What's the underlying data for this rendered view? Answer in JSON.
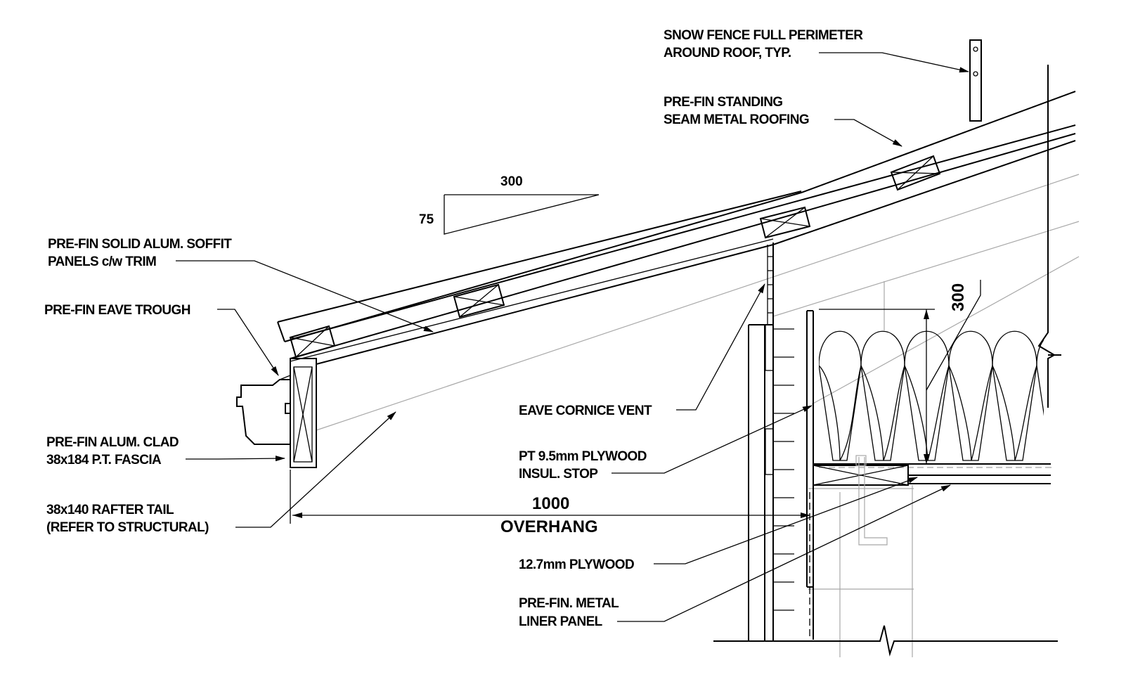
{
  "labels": {
    "snow_fence_line1": "SNOW FENCE FULL PERIMETER",
    "snow_fence_line2": "AROUND ROOF, TYP.",
    "roofing_line1": "PRE-FIN STANDING",
    "roofing_line2": "SEAM METAL ROOFING",
    "soffit_line1": "PRE-FIN SOLID ALUM. SOFFIT",
    "soffit_line2": "PANELS c/w TRIM",
    "eave_trough": "PRE-FIN EAVE TROUGH",
    "fascia_line1": "PRE-FIN ALUM. CLAD",
    "fascia_line2": "38x184 P.T. FASCIA",
    "rafter_line1": "38x140 RAFTER TAIL",
    "rafter_line2": "(REFER TO STRUCTURAL)",
    "cornice_vent": "EAVE CORNICE VENT",
    "insul_stop_line1": "PT 9.5mm PLYWOOD",
    "insul_stop_line2": "INSUL. STOP",
    "plywood": "12.7mm PLYWOOD",
    "liner_line1": "PRE-FIN. METAL",
    "liner_line2": "LINER PANEL"
  },
  "dimensions": {
    "slope_run": "300",
    "slope_rise": "75",
    "overhang_value": "1000",
    "overhang_label": "OVERHANG",
    "heel_height": "300"
  }
}
